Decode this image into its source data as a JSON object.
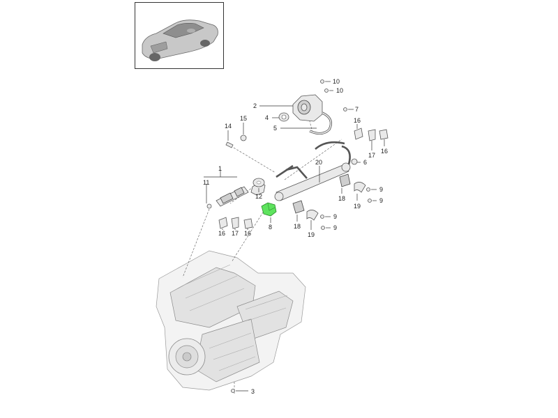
{
  "thumbnail": {
    "icon": "sports-car-icon"
  },
  "callouts": {
    "c1": "1",
    "c2": "2",
    "c3": "3",
    "c4": "4",
    "c5": "5",
    "c6": "6",
    "c7": "7",
    "c8": "8",
    "c9a": "9",
    "c9b": "9",
    "c9c": "9",
    "c9d": "9",
    "c10a": "10",
    "c10b": "10",
    "c11": "11",
    "c12": "12",
    "c14": "14",
    "c15": "15",
    "c16a": "16",
    "c16b": "16",
    "c16c": "16",
    "c16d": "16",
    "c17a": "17",
    "c17b": "17",
    "c18a": "18",
    "c18b": "18",
    "c19a": "19",
    "c19b": "19",
    "c20": "20"
  },
  "colors": {
    "highlight": "#5ee35e",
    "stroke": "#444444"
  }
}
